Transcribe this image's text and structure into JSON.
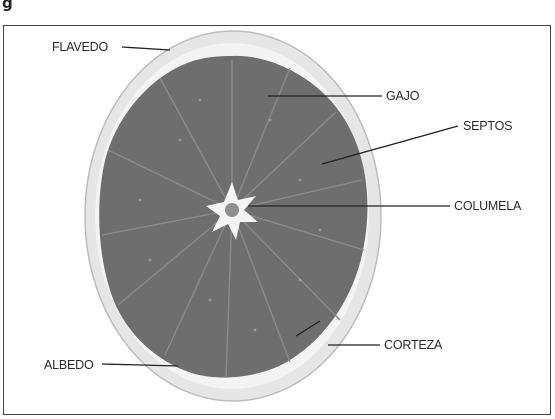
{
  "figure": {
    "caption_fragment": "g"
  },
  "labels": {
    "flavedo": "FLAVEDO",
    "gajo": "GAJO",
    "septos": "SEPTOS",
    "columela": "COLUMELA",
    "corteza": "CORTEZA",
    "albedo": "ALBEDO"
  },
  "colors": {
    "pulp": "#6e6e6e",
    "rind": "#e9e9e9",
    "albedo": "#f5f5f5",
    "outline": "#444444"
  }
}
